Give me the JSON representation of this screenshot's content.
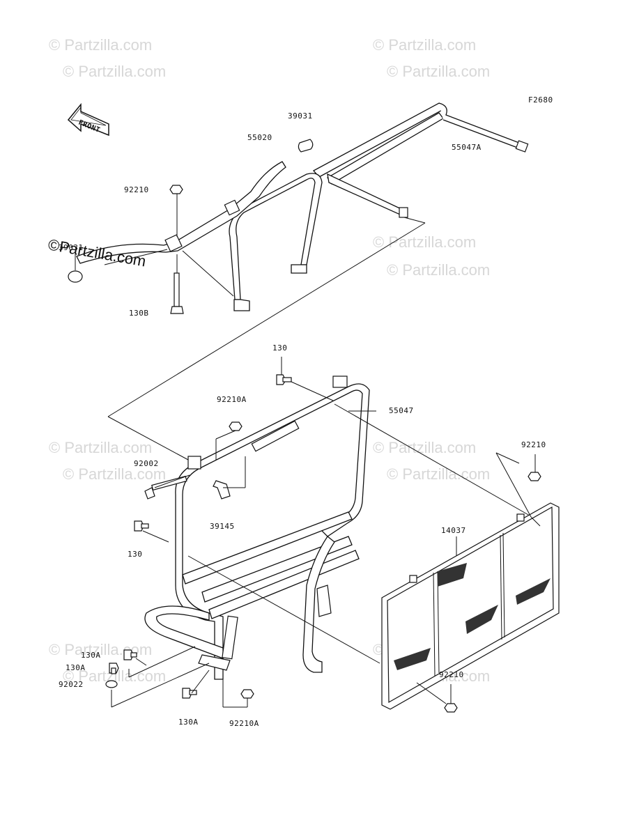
{
  "figure_code": "F2680",
  "front_label": "FRONT",
  "watermark": "© Partzilla.com",
  "watermark_main": "©Partzilla.com",
  "callouts": {
    "c39031_top": "39031",
    "c55020": "55020",
    "c55047A": "55047A",
    "c92210_top": "92210",
    "c39031_left": "39031",
    "c130B": "130B",
    "c130_top": "130",
    "c92210A_mid": "92210A",
    "c55047": "55047",
    "c92002": "92002",
    "c92210_right": "92210",
    "c39145": "39145",
    "c130_left": "130",
    "c14037": "14037",
    "c130A_1": "130A",
    "c130A_2": "130A",
    "c92022": "92022",
    "c130A_bottom": "130A",
    "c92210A_bottom": "92210A",
    "c92210_bottom": "92210"
  }
}
